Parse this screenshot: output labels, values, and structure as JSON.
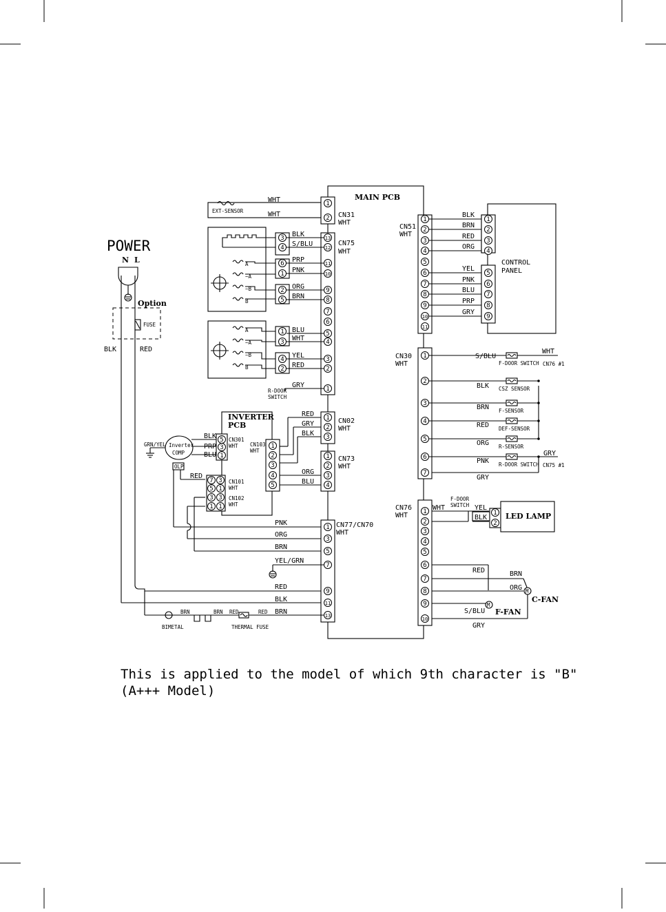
{
  "main_pcb": {
    "title": "MAIN PCB"
  },
  "power": {
    "title": "POWER",
    "n": "N",
    "l": "L",
    "option": "Option",
    "fuse": "FUSE",
    "blk": "BLK",
    "red": "RED"
  },
  "cn31": {
    "name": "CN31",
    "color": "WHT",
    "sensor": "EXT-SENSOR",
    "w1": "WHT",
    "w2": "WHT",
    "pins": [
      "1",
      "2"
    ]
  },
  "cn75": {
    "name": "CN75",
    "color": "WHT",
    "pins": [
      "13",
      "12",
      "11",
      "10",
      "9",
      "8",
      "7",
      "6",
      "5",
      "4",
      "3",
      "2",
      "1"
    ],
    "wires": [
      "BLK",
      "S/BLU",
      "PRP",
      "PNK",
      "ORG",
      "BRN",
      "BLU",
      "WHT",
      "YEL",
      "RED",
      "GRY"
    ],
    "r_door": [
      "R-DOOR",
      "SWITCH"
    ]
  },
  "motor1": {
    "pins": [
      "3",
      "4",
      "6",
      "1",
      "2",
      "5"
    ],
    "coils": [
      "A",
      "~A",
      "~B",
      "B"
    ]
  },
  "motor2": {
    "pins": [
      "1",
      "3",
      "4",
      "2"
    ],
    "coils": [
      "A",
      "~A",
      "~B",
      "B"
    ]
  },
  "inverter": {
    "title1": "INVERTER",
    "title2": "PCB",
    "cn301": "CN301",
    "cn301c": "WHT",
    "cn103": "CN103",
    "cn103c": "WHT",
    "cn101": "CN101",
    "cn101c": "WHT",
    "cn102": "CN102",
    "cn102c": "WHT",
    "grn_yel": "GRN/YEL",
    "comp1": "Inverter",
    "comp2": "COMP",
    "olp": "OLP",
    "w301": [
      "BLK",
      "PRP",
      "BLU"
    ],
    "p301": [
      "5",
      "3",
      "1"
    ],
    "p103": [
      "1",
      "2",
      "3",
      "4",
      "5"
    ],
    "p101": [
      "7",
      "5",
      "3",
      "1"
    ],
    "p101b": [
      "3",
      "1",
      "3",
      "1"
    ],
    "red": "RED"
  },
  "cn02": {
    "name": "CN02",
    "color": "WHT",
    "pins": [
      "1",
      "2",
      "3"
    ],
    "wires": [
      "RED",
      "GRY",
      "BLK"
    ]
  },
  "cn73": {
    "name": "CN73",
    "color": "WHT",
    "pins": [
      "1",
      "2",
      "3",
      "4"
    ],
    "wires": [
      "ORG",
      "BLU"
    ]
  },
  "cn77": {
    "name": "CN77/CN70",
    "color": "WHT",
    "pins": [
      "1",
      "3",
      "5",
      "7",
      "9",
      "11",
      "13"
    ],
    "wires": [
      "PNK",
      "ORG",
      "BRN",
      "YEL/GRN",
      "RED",
      "BLK",
      "BRN"
    ]
  },
  "bottom": {
    "bimetal": "BIMETAL",
    "thermal": "THERMAL FUSE",
    "brn1": "BRN",
    "brn2": "BRN",
    "red1": "RED",
    "red2": "RED"
  },
  "cn51": {
    "name": "CN51",
    "color": "WHT",
    "pins": [
      "1",
      "2",
      "3",
      "4",
      "5",
      "6",
      "7",
      "8",
      "9",
      "10",
      "11"
    ],
    "wires": [
      "BLK",
      "BRN",
      "RED",
      "ORG",
      "YEL",
      "PNK",
      "BLU",
      "PRP",
      "GRY"
    ]
  },
  "control_panel": {
    "l1": "CONTROL",
    "l2": "PANEL",
    "pins": [
      "1",
      "2",
      "3",
      "4",
      "5",
      "6",
      "7",
      "8",
      "9"
    ]
  },
  "cn30": {
    "name": "CN30",
    "color": "WHT",
    "pins": [
      "1",
      "2",
      "3",
      "4",
      "5",
      "6",
      "7"
    ],
    "wires": [
      "S/BLU",
      "BLK",
      "BRN",
      "RED",
      "ORG",
      "PNK",
      "GRY"
    ],
    "sensors": [
      "F-DOOR SWITCH",
      "CSZ SENSOR",
      "F-SENSOR",
      "DEF-SENSOR",
      "R-SENSOR",
      "R-DOOR SWITCH"
    ],
    "wht": "WHT",
    "gry": "GRY",
    "ref1": "CN76 #1",
    "ref2": "CN75 #1"
  },
  "cn76": {
    "name": "CN76",
    "color": "WHT",
    "pins": [
      "1",
      "2",
      "3",
      "4",
      "5",
      "6",
      "7",
      "8",
      "9",
      "10"
    ],
    "wht": "WHT",
    "fdoor": [
      "F-DOOR",
      "SWITCH"
    ],
    "yel": "YEL",
    "blk": "BLK",
    "led": "LED LAMP",
    "led_pins": [
      "1",
      "2"
    ],
    "red": "RED",
    "brn": "BRN",
    "org": "ORG",
    "sblu": "S/BLU",
    "gry": "GRY",
    "cfan": "C-FAN",
    "ffan": "F-FAN",
    "m": "M"
  },
  "note": {
    "line1": "This is applied to the model of which 9th character is \"B\"",
    "line2": "(A+++ Model)"
  }
}
